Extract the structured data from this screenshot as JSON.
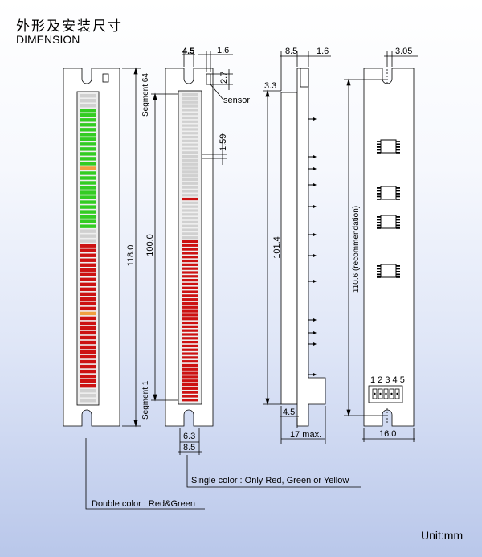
{
  "header": {
    "title_cn": "外形及安装尺寸",
    "title_en": "DIMENSION"
  },
  "unit_label": "Unit:mm",
  "colors": {
    "red": "#cc1111",
    "green": "#33cc22",
    "yellow": "#f0a040",
    "gray": "#d0d0d0",
    "board": "#ffffff",
    "line": "#000000"
  },
  "view1": {
    "dim_height": "118.0",
    "segments_top_to_bottom": [
      "gray",
      "gray",
      "gray",
      "green",
      "green",
      "green",
      "green",
      "green",
      "green",
      "green",
      "green",
      "green",
      "green",
      "green",
      "green",
      "yellow",
      "green",
      "green",
      "green",
      "green",
      "green",
      "green",
      "green",
      "green",
      "green",
      "green",
      "green",
      "green",
      "gray",
      "gray",
      "gray",
      "red",
      "red",
      "red",
      "red",
      "red",
      "red",
      "red",
      "red",
      "red",
      "red",
      "red",
      "red",
      "red",
      "red",
      "yellow",
      "red",
      "red",
      "red",
      "red",
      "red",
      "red",
      "red",
      "red",
      "red",
      "red",
      "red",
      "red",
      "red",
      "red",
      "red",
      "gray",
      "gray",
      "gray"
    ]
  },
  "view2": {
    "dim_top_4_5": "4.5",
    "dim_top_1_6": "1.6",
    "dim_2_7": "2.7",
    "sensor_label": "sensor",
    "segment_top_label": "Segment 64",
    "segment_bottom_label": "Segment 1",
    "dim_pitch": "1.59",
    "dim_active": "100.0",
    "dim_6_3": "6.3",
    "dim_8_5": "8.5",
    "segments_top_to_bottom": [
      "gray",
      "gray",
      "gray",
      "gray",
      "gray",
      "gray",
      "gray",
      "gray",
      "gray",
      "gray",
      "gray",
      "gray",
      "gray",
      "gray",
      "gray",
      "gray",
      "gray",
      "gray",
      "gray",
      "gray",
      "gray",
      "gray",
      "gray",
      "gray",
      "gray",
      "gray",
      "gray",
      "red",
      "gray",
      "gray",
      "gray",
      "gray",
      "gray",
      "gray",
      "gray",
      "gray",
      "gray",
      "gray",
      "red",
      "red",
      "red",
      "red",
      "red",
      "red",
      "red",
      "red",
      "red",
      "red",
      "red",
      "red",
      "red",
      "red",
      "red",
      "red",
      "red",
      "red",
      "red",
      "red",
      "red",
      "red",
      "red",
      "red",
      "red",
      "red",
      "red",
      "red",
      "red",
      "red",
      "red",
      "red",
      "red",
      "red",
      "red",
      "red",
      "red",
      "red",
      "red",
      "red",
      "red",
      "red"
    ]
  },
  "view3": {
    "dim_8_5": "8.5",
    "dim_1_6": "1.6",
    "dim_3_3": "3.3",
    "dim_101_4": "101.4",
    "dim_4_5": "4.5",
    "dim_17max": "17 max."
  },
  "view4": {
    "dim_3_05": "3.05",
    "dim_110_6": "110.6 (recommendation)",
    "connector_pins": "1 2 3 4 5",
    "dim_16_0": "16.0"
  },
  "callouts": {
    "single_color": "Single color : Only Red, Green or Yellow",
    "double_color": "Double color : Red&Green"
  }
}
